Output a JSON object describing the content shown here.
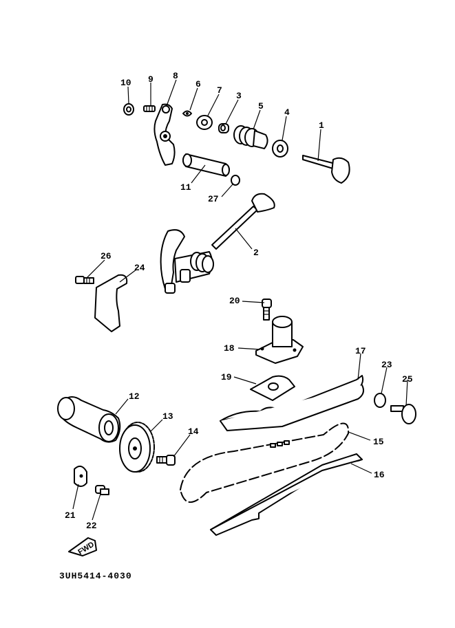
{
  "diagram_code": "3UH5414-4030",
  "fwd_label": "FWD",
  "callouts": [
    {
      "n": "1"
    },
    {
      "n": "2"
    },
    {
      "n": "3"
    },
    {
      "n": "4"
    },
    {
      "n": "5"
    },
    {
      "n": "6"
    },
    {
      "n": "7"
    },
    {
      "n": "8"
    },
    {
      "n": "9"
    },
    {
      "n": "10"
    },
    {
      "n": "11"
    },
    {
      "n": "12"
    },
    {
      "n": "13"
    },
    {
      "n": "14"
    },
    {
      "n": "15"
    },
    {
      "n": "16"
    },
    {
      "n": "17"
    },
    {
      "n": "18"
    },
    {
      "n": "19"
    },
    {
      "n": "20"
    },
    {
      "n": "21"
    },
    {
      "n": "22"
    },
    {
      "n": "23"
    },
    {
      "n": "24"
    },
    {
      "n": "25"
    },
    {
      "n": "26"
    },
    {
      "n": "27"
    }
  ]
}
